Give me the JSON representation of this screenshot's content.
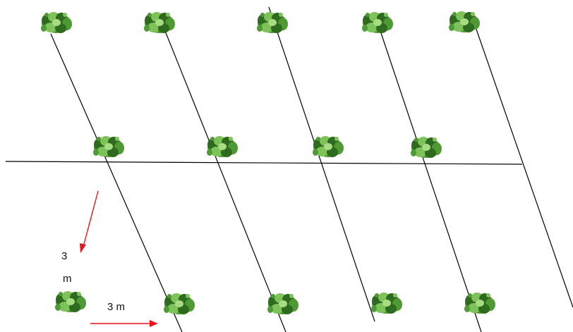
{
  "labels": {
    "vertical_value": "3",
    "vertical_unit": "m",
    "horizontal": "3 m"
  },
  "colors": {
    "lines": "#000000",
    "arrows": "#e8141a",
    "tree_dark": "#2f6b1f",
    "tree_mid": "#4f9a34",
    "tree_light": "#7dc35a",
    "background": "#ffffff"
  },
  "icons": {
    "tree": "tree-icon",
    "arrow": "arrow-icon"
  }
}
